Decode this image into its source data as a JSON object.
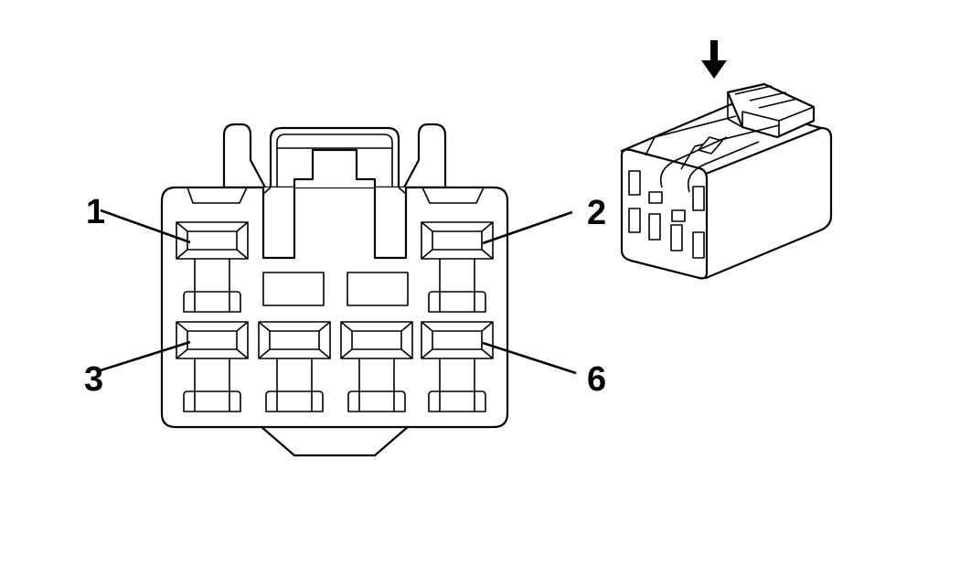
{
  "pin_labels": {
    "pin_1": "1",
    "pin_2": "2",
    "pin_3": "3",
    "pin_6": "6"
  },
  "icons": {
    "insertion_arrow": "down-arrow-icon"
  },
  "colors": {
    "line": "#000000",
    "background": "#ffffff"
  }
}
